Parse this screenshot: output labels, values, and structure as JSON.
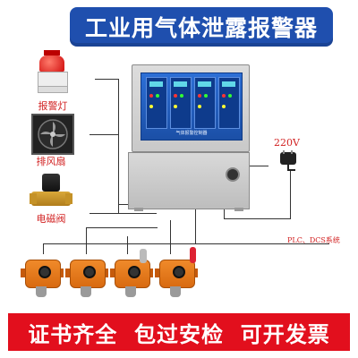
{
  "header": {
    "title": "工业用气体泄露报警器"
  },
  "peripherals": [
    {
      "label": "报警灯",
      "icon": "alarm-light-icon"
    },
    {
      "label": "排风扇",
      "icon": "exhaust-fan-icon"
    },
    {
      "label": "电磁阀",
      "icon": "solenoid-valve-icon"
    }
  ],
  "controller": {
    "panel_caption": "气体报警控制器"
  },
  "power": {
    "label": "220V",
    "icon": "power-plug-icon"
  },
  "output": {
    "label": "PLC、DCS系统"
  },
  "detectors": [
    {
      "icon": "gas-detector-icon"
    },
    {
      "icon": "gas-detector-icon"
    },
    {
      "icon": "gas-detector-icon"
    },
    {
      "icon": "gas-detector-icon"
    }
  ],
  "footer": {
    "slogan": "证书齐全  包过安检  可开发票"
  },
  "colors": {
    "title_bg": "#1f4fae",
    "footer_bg": "#e20f1d",
    "label_red": "#d22222",
    "detector_orange": "#f08a2a"
  }
}
